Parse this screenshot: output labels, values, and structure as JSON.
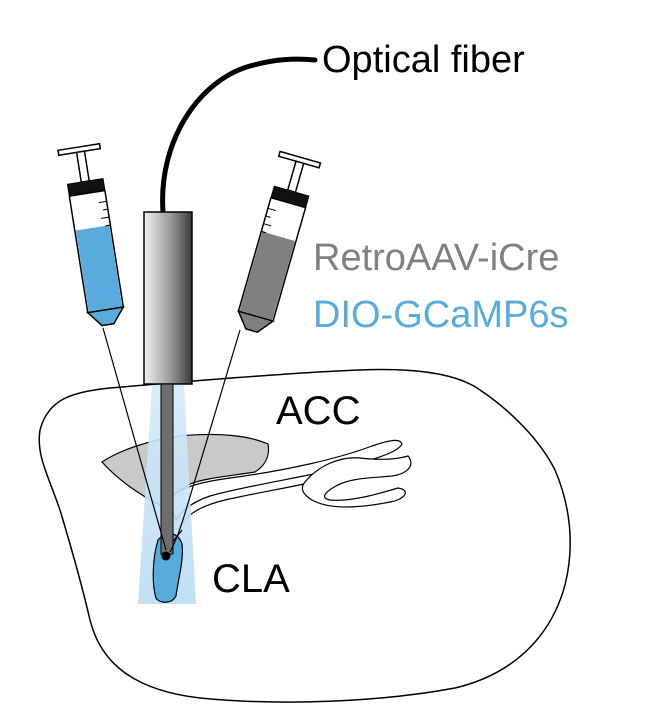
{
  "labels": {
    "optical_fiber": "Optical fiber",
    "virus_retro": "RetroAAV-iCre",
    "virus_dio": "DIO-GCaMP6s",
    "region_acc": "ACC",
    "region_cla": "CLA"
  },
  "colors": {
    "retro_virus": "#808080",
    "dio_virus": "#5aabdd",
    "text": "#000000",
    "light_cone": "#cfe6f7",
    "cla_region": "#5aabdd",
    "brain_outline": "#000000",
    "fiber_ferrule": "#8a8a8a"
  },
  "icons": [
    "syringe-icon",
    "optical-fiber-icon"
  ]
}
